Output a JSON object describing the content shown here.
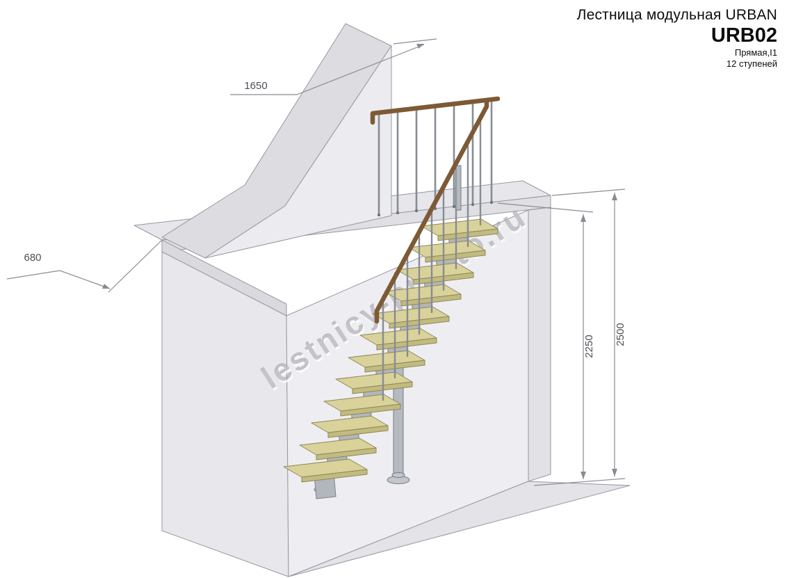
{
  "header": {
    "product_line": "Лестница модульная URBAN",
    "model": "URB02",
    "type_line": "Прямая,I1",
    "steps_line": "12 ступеней"
  },
  "dimensions": {
    "wall_top": "1650",
    "left_offset": "680",
    "room_height": "2500",
    "floor_to_landing": "2250"
  },
  "watermark": {
    "text": "lestnicy-prosto.ru"
  },
  "drawing": {
    "step_count": 12,
    "colors": {
      "tread_top": "#d9d29b",
      "tread_front": "#c2bb80",
      "metal_module": "#b2b6bd",
      "handrail_wood": "#7d5a35",
      "wall_light": "#ebebf0",
      "wall_shade": "#dcdce1",
      "outline": "#9698a0",
      "dimension": "#8b8b93"
    }
  }
}
